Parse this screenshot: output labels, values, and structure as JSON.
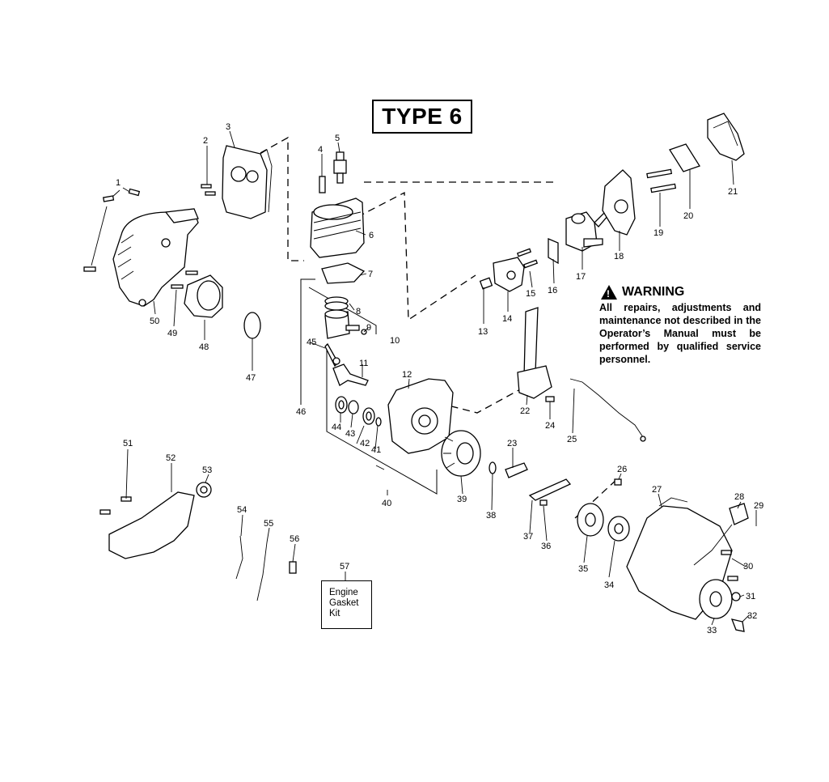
{
  "title": "TYPE 6",
  "warning": {
    "heading": "WARNING",
    "text": "All repairs, adjustments and maintenance not described in the Operator’s Manual must be performed by qualified service personnel.",
    "icon": "warning-triangle-icon"
  },
  "kit_box": {
    "lines": [
      "Engine",
      "Gasket",
      "Kit"
    ]
  },
  "callouts": [
    "1",
    "2",
    "3",
    "4",
    "5",
    "6",
    "7",
    "8",
    "9",
    "10",
    "11",
    "12",
    "13",
    "14",
    "15",
    "16",
    "17",
    "18",
    "19",
    "20",
    "21",
    "22",
    "23",
    "24",
    "25",
    "26",
    "27",
    "28",
    "29",
    "30",
    "31",
    "32",
    "33",
    "34",
    "35",
    "36",
    "37",
    "38",
    "39",
    "40",
    "41",
    "42",
    "43",
    "44",
    "45",
    "46",
    "47",
    "48",
    "49",
    "50",
    "51",
    "52",
    "53",
    "54",
    "55",
    "56",
    "57"
  ]
}
